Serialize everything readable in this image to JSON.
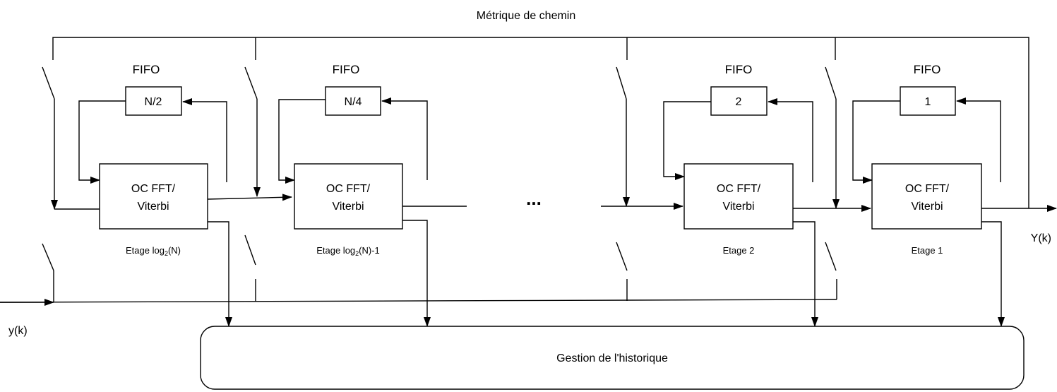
{
  "top_label": "Métrique de chemin",
  "input_label": "y(k)",
  "output_label": "Y(k)",
  "ellipsis": "...",
  "history_label": "Gestion de l'historique",
  "stages": [
    {
      "fifo_title": "FIFO",
      "fifo_depth": "N/2",
      "block_line1": "OC FFT/",
      "block_line2": "Viterbi",
      "stage_prefix": "Etage log",
      "stage_sub": "2",
      "stage_suffix": "(N)"
    },
    {
      "fifo_title": "FIFO",
      "fifo_depth": "N/4",
      "block_line1": "OC FFT/",
      "block_line2": "Viterbi",
      "stage_prefix": "Etage log",
      "stage_sub": "2",
      "stage_suffix": "(N)-1"
    },
    {
      "fifo_title": "FIFO",
      "fifo_depth": "2",
      "block_line1": "OC FFT/",
      "block_line2": "Viterbi",
      "stage_prefix": "Etage 2",
      "stage_sub": "",
      "stage_suffix": ""
    },
    {
      "fifo_title": "FIFO",
      "fifo_depth": "1",
      "block_line1": "OC FFT/",
      "block_line2": "Viterbi",
      "stage_prefix": "Etage 1",
      "stage_sub": "",
      "stage_suffix": ""
    }
  ]
}
